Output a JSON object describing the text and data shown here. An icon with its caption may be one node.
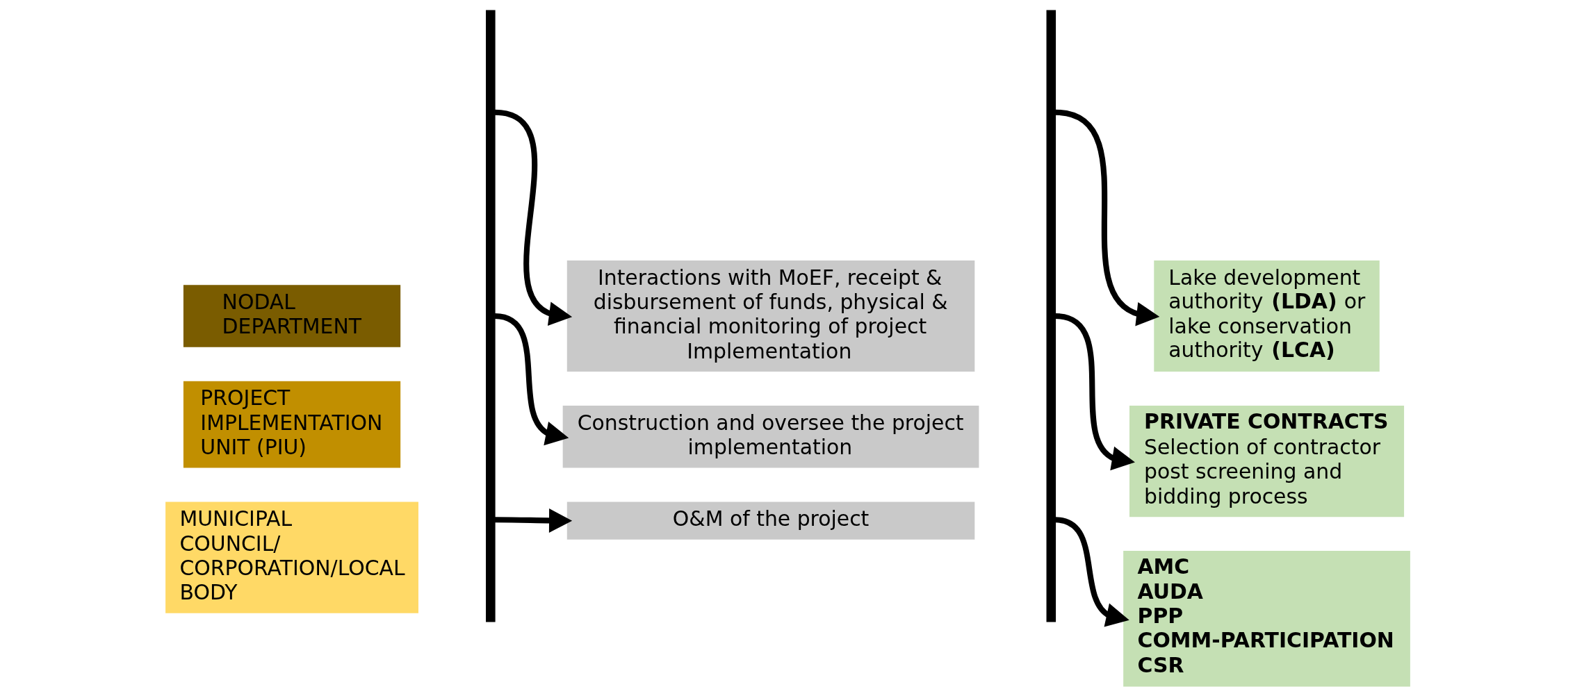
{
  "diagram": {
    "nodes": [
      {
        "text": [
          "NODAL DEPARTMENT"
        ]
      },
      {
        "text": [
          "PROJECT IMPLEMENTATION UNIT (PIU)"
        ]
      },
      {
        "text": [
          "MUNICIPAL COUNCIL/ CORPORATION/LOCAL BODY"
        ]
      },
      {
        "text": [],
        "shape": "bar"
      },
      {
        "text": [
          "Interactions with MoEF, receipt & disbursement of funds, physical & financial monitoring of project Implementation"
        ]
      },
      {
        "text": [
          "Construction and oversee the project implementation"
        ]
      },
      {
        "text": [
          "O&M of the project"
        ]
      },
      {
        "text": [],
        "shape": "bar"
      },
      {
        "text": [
          "Lake development authority **(LDA)** or lake conservation authority **(LCA)**"
        ]
      },
      {
        "text": [
          "PRIVATE CONTRACTS",
          "Selection of contractor post screening and bidding process"
        ]
      },
      {
        "text": [
          "AMC",
          "AUDA",
          "PPP",
          "COMM-PARTICIPATION",
          "CSR"
        ]
      }
    ],
    "edges": [
      {
        "from": 3,
        "to": 4,
        "arrow": "to"
      },
      {
        "from": 3,
        "to": 5,
        "arrow": "to"
      },
      {
        "from": 3,
        "to": 6,
        "arrow": "to"
      },
      {
        "from": 7,
        "to": 8,
        "arrow": "to"
      },
      {
        "from": 7,
        "to": 9,
        "arrow": "to"
      },
      {
        "from": 7,
        "to": 10,
        "arrow": "to"
      }
    ]
  }
}
